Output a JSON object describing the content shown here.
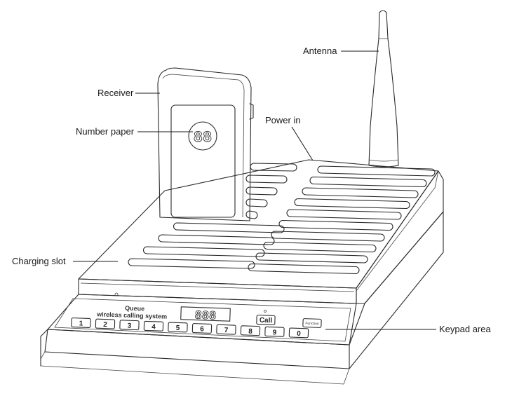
{
  "labels": {
    "antenna": "Antenna",
    "receiver": "Receiver",
    "number_paper": "Number paper",
    "power_in": "Power in",
    "charging_slot": "Charging slot",
    "keypad_area": "Keypad area"
  },
  "device": {
    "brand_line1": "Queue",
    "brand_line2": "wireless calling system",
    "display_digits": "888",
    "receiver_number": "88",
    "call_label": "Call",
    "small_key_label": "Function"
  },
  "keypad": {
    "keys": [
      "1",
      "2",
      "3",
      "4",
      "5",
      "6",
      "7",
      "8",
      "9",
      "0"
    ]
  },
  "colors": {
    "line": "#2a2a2a",
    "background": "#ffffff"
  }
}
